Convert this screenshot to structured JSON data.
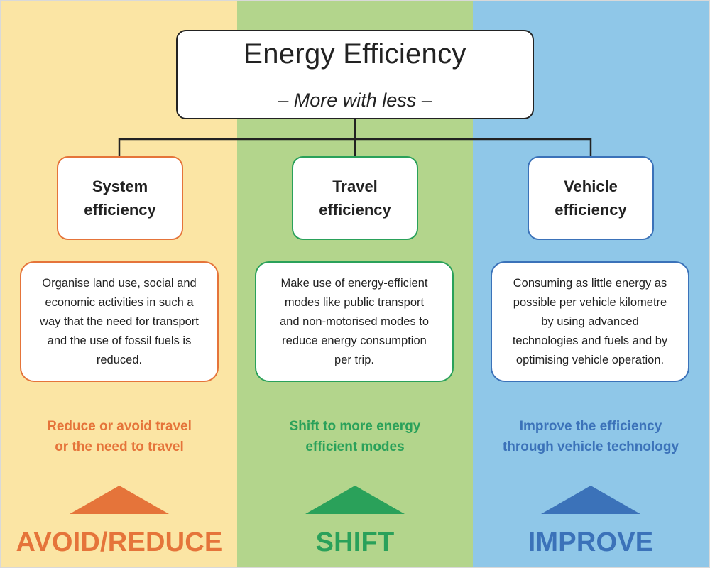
{
  "header": {
    "title": "Energy Efficiency",
    "subtitle": "– More with less –"
  },
  "columns": [
    {
      "category": "System\nefficiency",
      "description": "Organise land use, social and\neconomic activities in such a\nway that the need for transport\nand the use of fossil fuels is\nreduced.",
      "tagline": "Reduce or avoid travel\nor the need to travel",
      "strategy": "AVOID/REDUCE",
      "accent_color": "#e5743a",
      "background_color": "#fbe5a4"
    },
    {
      "category": "Travel\nefficiency",
      "description": "Make use of energy-efficient\nmodes like public transport\nand non-motorised modes to\nreduce energy consumption\nper trip.",
      "tagline": "Shift to more energy\nefficient modes",
      "strategy": "SHIFT",
      "accent_color": "#2aa15a",
      "background_color": "#b3d58c"
    },
    {
      "category": "Vehicle\nefficiency",
      "description": "Consuming as little energy as\npossible per vehicle kilometre\nby using advanced\ntechnologies and fuels and by\noptimising vehicle operation.",
      "tagline": "Improve the efficiency\nthrough vehicle technology",
      "strategy": "IMPROVE",
      "accent_color": "#3b72b9",
      "background_color": "#8fc7e8"
    }
  ]
}
